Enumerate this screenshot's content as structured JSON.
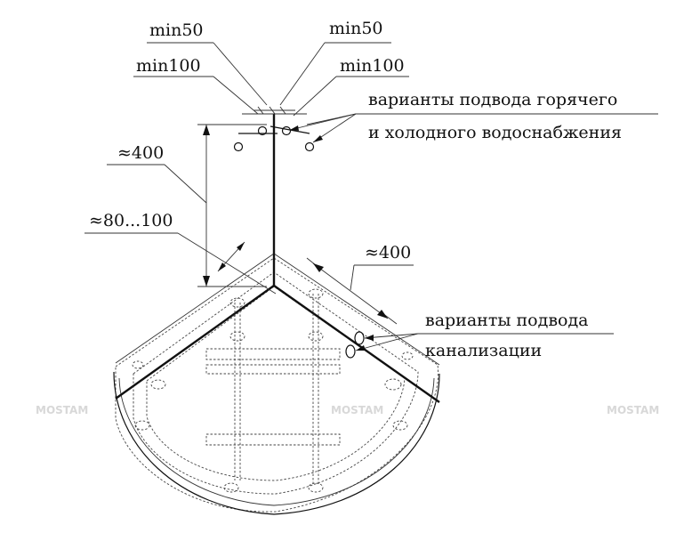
{
  "dimensions": {
    "hot_offset_left": "min50",
    "hot_offset_right": "min50",
    "cold_offset_left": "min100",
    "cold_offset_right": "min100",
    "supply_height": "≈400",
    "drain_height": "≈80...100",
    "drain_offset": "≈400"
  },
  "callouts": {
    "water_supply_line1": "варианты подвода горячего",
    "water_supply_line2": "и холодного водоснабжения",
    "drain_line1": "варианты подвода",
    "drain_line2": "канализации"
  },
  "watermark": "MOSTAM"
}
